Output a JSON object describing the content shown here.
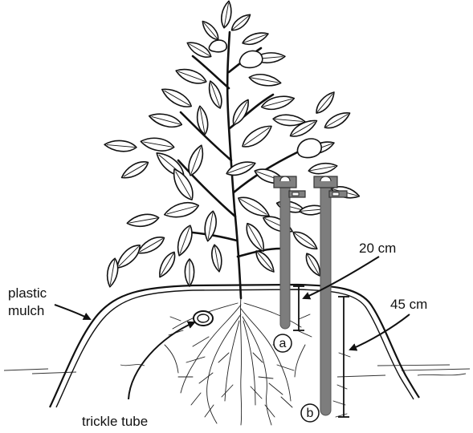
{
  "labels": {
    "plastic_mulch_line1": "plastic",
    "plastic_mulch_line2": "mulch",
    "trickle_tube": "trickle tube",
    "depth_a": "20 cm",
    "depth_b": "45 cm",
    "probe_a": "a",
    "probe_b": "b"
  }
}
